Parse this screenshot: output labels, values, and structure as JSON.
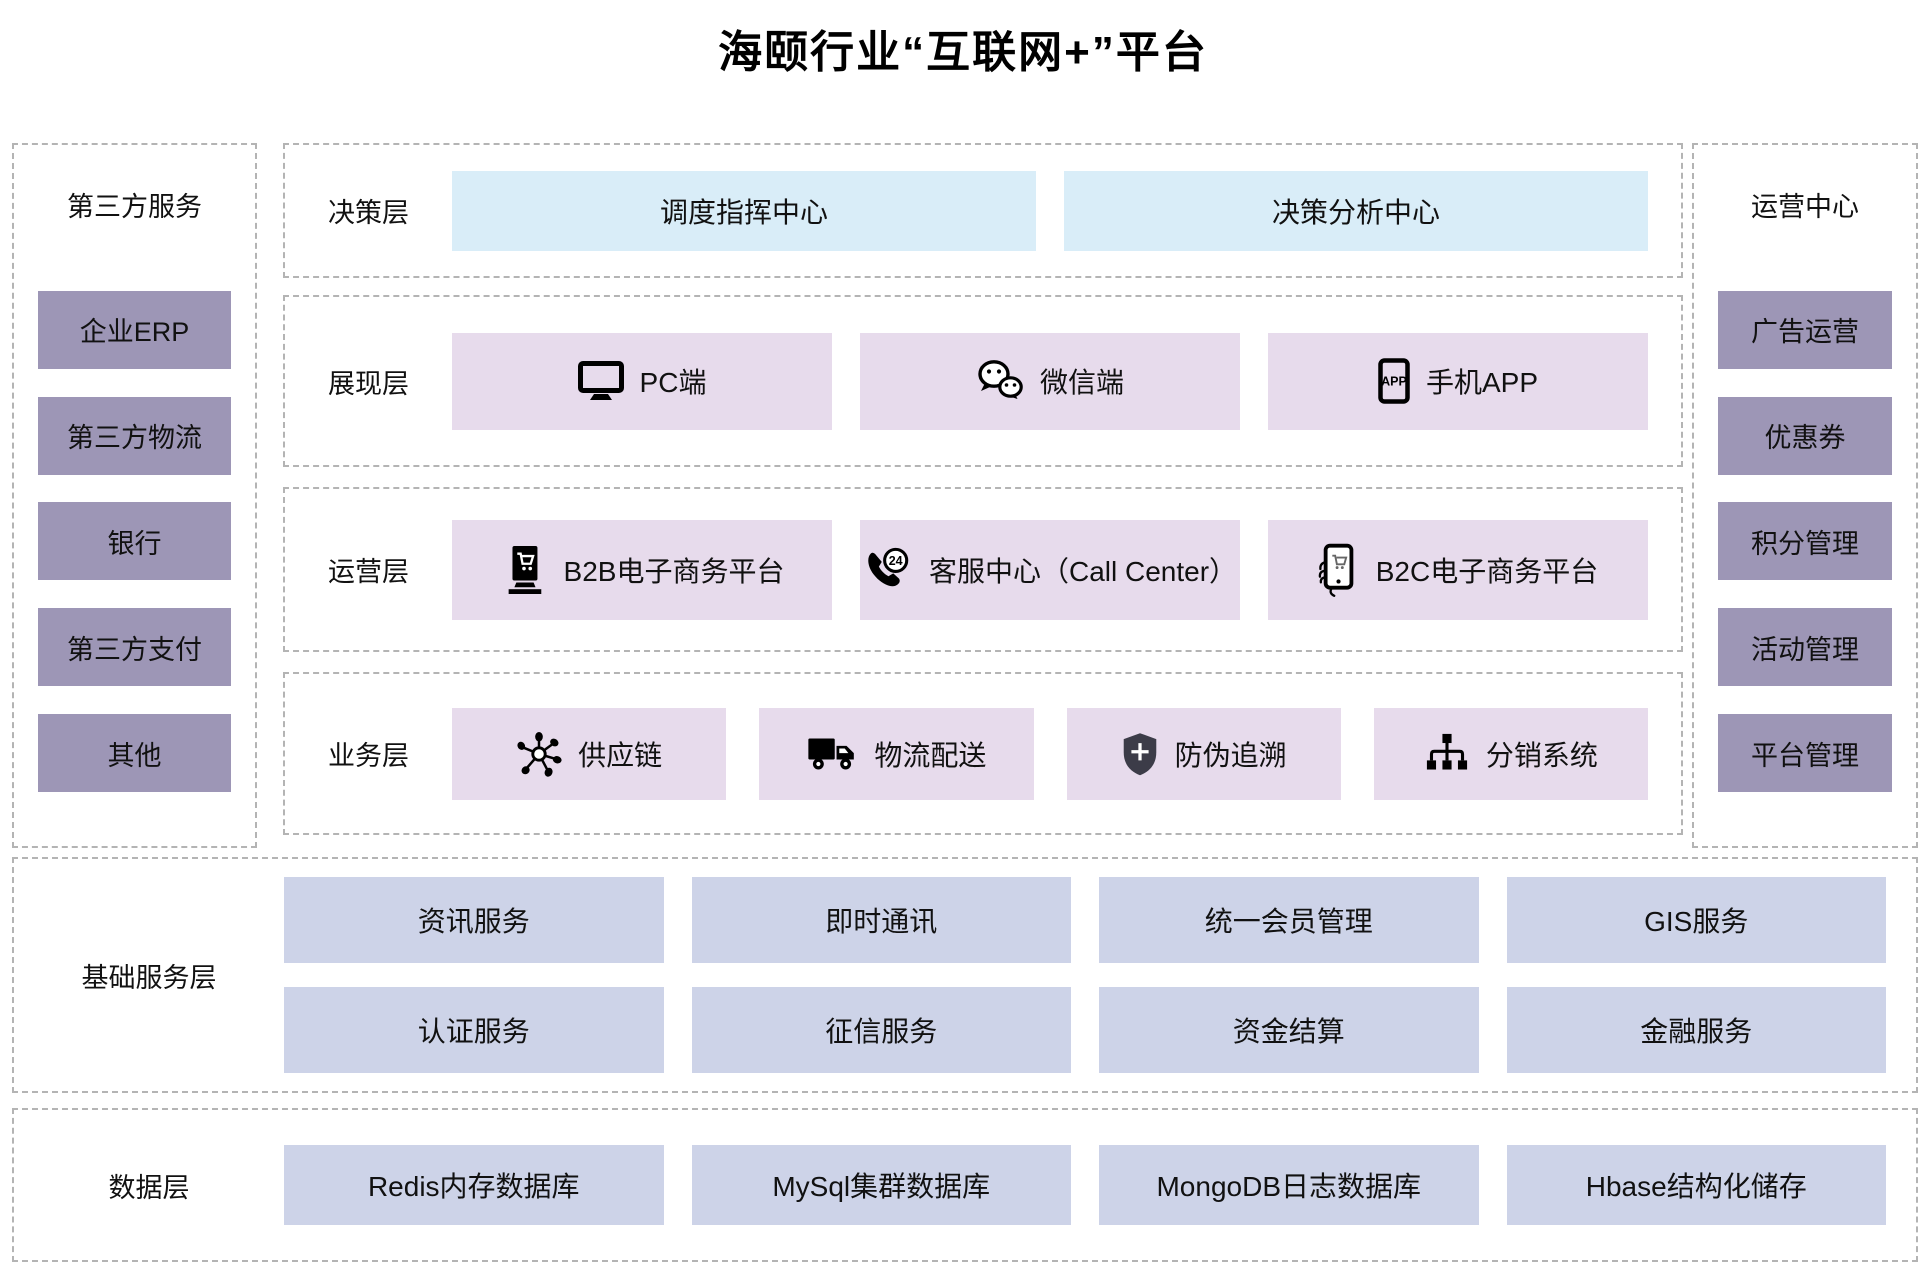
{
  "title": "海颐行业“互联网+”平台",
  "colors": {
    "side_box": "#9d96b6",
    "decision_box": "#d9edf8",
    "middle_box": "#e7dbec",
    "bottom_box": "#cdd3e8",
    "dashed_border": "#b4b4b4"
  },
  "left_panel": {
    "title": "第三方服务",
    "items": [
      "企业ERP",
      "第三方物流",
      "银行",
      "第三方支付",
      "其他"
    ]
  },
  "right_panel": {
    "title": "运营中心",
    "items": [
      "广告运营",
      "优惠券",
      "积分管理",
      "活动管理",
      "平台管理"
    ]
  },
  "layers": {
    "decision": {
      "label": "决策层",
      "items": [
        "调度指挥中心",
        "决策分析中心"
      ]
    },
    "presentation": {
      "label": "展现层",
      "items": [
        {
          "icon": "monitor-icon",
          "label": "PC端"
        },
        {
          "icon": "wechat-icon",
          "label": "微信端"
        },
        {
          "icon": "mobile-app-icon",
          "label": "手机APP"
        }
      ]
    },
    "operation": {
      "label": "运营层",
      "items": [
        {
          "icon": "ecommerce-kiosk-icon",
          "label": "B2B电子商务平台"
        },
        {
          "icon": "callcenter-24-icon",
          "label": "客服中心（Call Center）"
        },
        {
          "icon": "mobile-shopping-icon",
          "label": "B2C电子商务平台"
        }
      ]
    },
    "business": {
      "label": "业务层",
      "items": [
        {
          "icon": "supply-chain-icon",
          "label": "供应链"
        },
        {
          "icon": "truck-icon",
          "label": "物流配送"
        },
        {
          "icon": "shield-plus-icon",
          "label": "防伪追溯"
        },
        {
          "icon": "distribution-tree-icon",
          "label": "分销系统"
        }
      ]
    },
    "base_services": {
      "label": "基础服务层",
      "row1": [
        "资讯服务",
        "即时通讯",
        "统一会员管理",
        "GIS服务"
      ],
      "row2": [
        "认证服务",
        "征信服务",
        "资金结算",
        "金融服务"
      ]
    },
    "data": {
      "label": "数据层",
      "items": [
        "Redis内存数据库",
        "MySql集群数据库",
        "MongoDB日志数据库",
        "Hbase结构化储存"
      ]
    }
  }
}
